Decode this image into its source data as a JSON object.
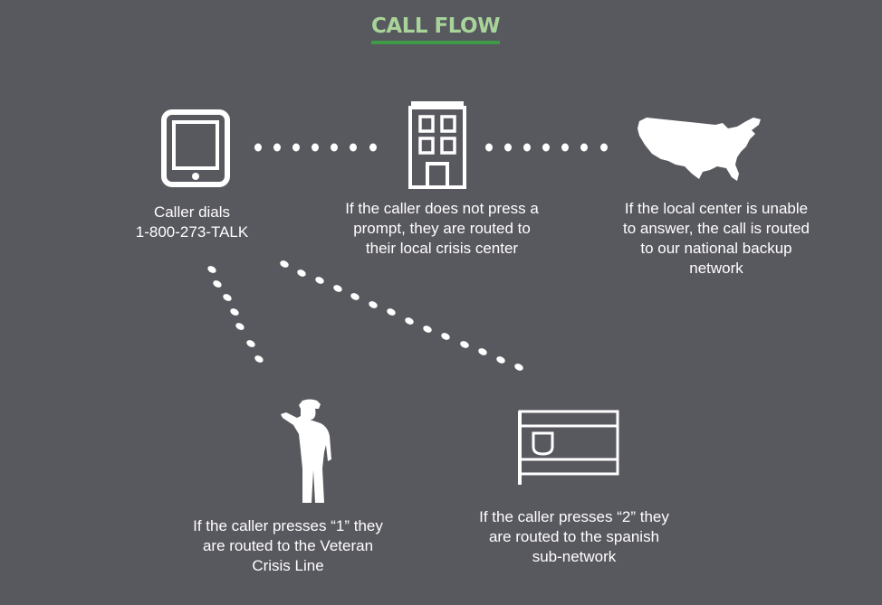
{
  "title": "CALL FLOW",
  "nodes": {
    "caller": {
      "line1": "Caller dials",
      "line2": "1-800-273-TALK",
      "icon": "tablet-icon"
    },
    "local_center": {
      "line1": "If the caller does not press a",
      "line2": "prompt, they are routed to",
      "line3": "their local crisis center",
      "icon": "building-icon"
    },
    "national_backup": {
      "line1": "If the local center is unable",
      "line2": "to answer, the call is routed",
      "line3": "to our national backup",
      "line4": "network",
      "icon": "usa-map-icon"
    },
    "veteran": {
      "line1": "If the caller presses “1” they",
      "line2": "are routed to the Veteran",
      "line3": "Crisis Line",
      "icon": "saluting-soldier-icon"
    },
    "spanish": {
      "line1": "If the caller presses “2” they",
      "line2": "are routed to the spanish",
      "line3": "sub-network",
      "icon": "flag-icon"
    }
  },
  "colors": {
    "background": "#58585f",
    "title": "#a8d49a",
    "title_underline": "#3f9a47",
    "foreground": "#ffffff"
  }
}
